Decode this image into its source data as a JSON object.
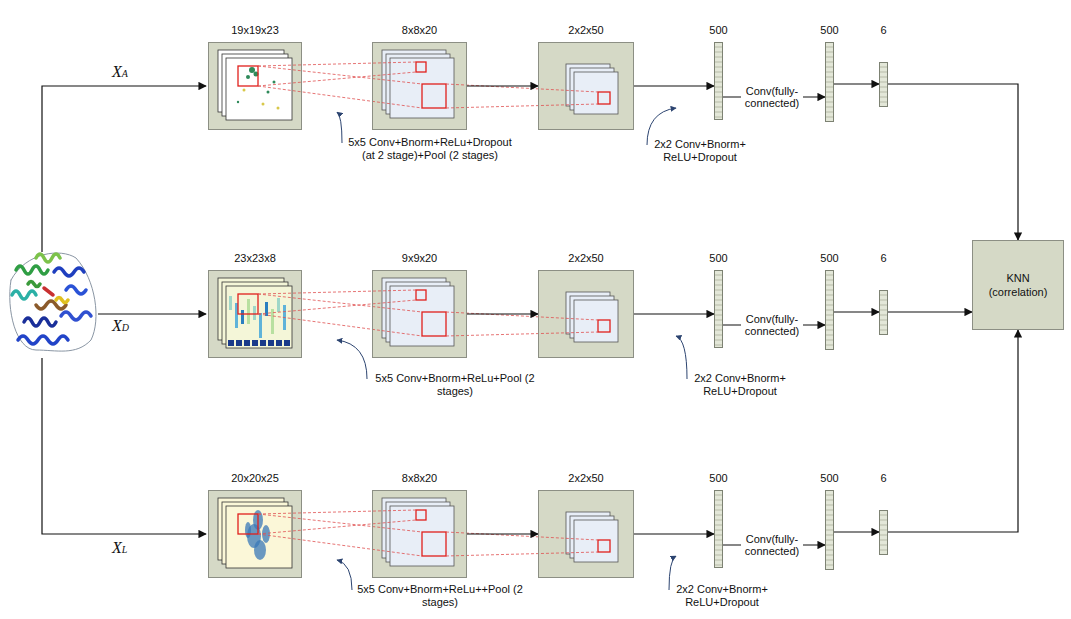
{
  "diagram": {
    "nodes": [
      {
        "text": [
          "19x19x23"
        ]
      },
      {
        "text": [
          "8x8x20"
        ]
      },
      {
        "text": [
          "2x2x50"
        ]
      },
      {
        "text": [
          "500"
        ]
      },
      {
        "text": [
          "500"
        ]
      },
      {
        "text": [
          "6"
        ]
      },
      {
        "text": [
          "23x23x8"
        ]
      },
      {
        "text": [
          "9x9x20"
        ]
      },
      {
        "text": [
          "2x2x50"
        ]
      },
      {
        "text": [
          "500"
        ]
      },
      {
        "text": [
          "500"
        ]
      },
      {
        "text": [
          "6"
        ]
      },
      {
        "text": [
          "20x20x25"
        ]
      },
      {
        "text": [
          "8x8x20"
        ]
      },
      {
        "text": [
          "2x2x50"
        ]
      },
      {
        "text": [
          "500"
        ]
      },
      {
        "text": [
          "500"
        ]
      },
      {
        "text": [
          "6"
        ]
      },
      {
        "text": [
          "KNN (correlation)"
        ]
      }
    ],
    "edges": [
      {
        "from": 1,
        "to": 2,
        "arrow": "to"
      },
      {
        "from": 2,
        "to": 3,
        "arrow": "to"
      },
      {
        "from": 3,
        "to": 4,
        "label": "Conv(fully- connected)",
        "arrow": "to"
      },
      {
        "from": 4,
        "to": 5,
        "arrow": "to"
      },
      {
        "from": 5,
        "to": 18,
        "arrow": "to"
      },
      {
        "from": 7,
        "to": 8,
        "arrow": "to"
      },
      {
        "from": 8,
        "to": 9,
        "arrow": "to"
      },
      {
        "from": 9,
        "to": 10,
        "label": "Conv(fully- connected)",
        "arrow": "to"
      },
      {
        "from": 10,
        "to": 11,
        "arrow": "to"
      },
      {
        "from": 11,
        "to": 18,
        "arrow": "to"
      },
      {
        "from": 13,
        "to": 14,
        "arrow": "to"
      },
      {
        "from": 14,
        "to": 15,
        "arrow": "to"
      },
      {
        "from": 15,
        "to": 16,
        "label": "Conv(fully- connected)",
        "arrow": "to"
      },
      {
        "from": 16,
        "to": 17,
        "arrow": "to"
      },
      {
        "from": 17,
        "to": 18,
        "arrow": "to"
      }
    ],
    "labels": [
      "XA",
      "XD",
      "XL",
      "5x5 Conv+Bnorm+ReLu+Dropout (at 2 stage)+Pool (2 stages)",
      "2x2 Conv+Bnorm+ ReLU+Dropout",
      "5x5 Conv+Bnorm+ReLu+Pool (2 stages)",
      "2x2 Conv+Bnorm+ ReLU+Dropout",
      "5x5 Conv+Bnorm+ReLu++Pool (2 stages)",
      "2x2 Conv+Bnorm+ ReLU+Dropout"
    ]
  }
}
